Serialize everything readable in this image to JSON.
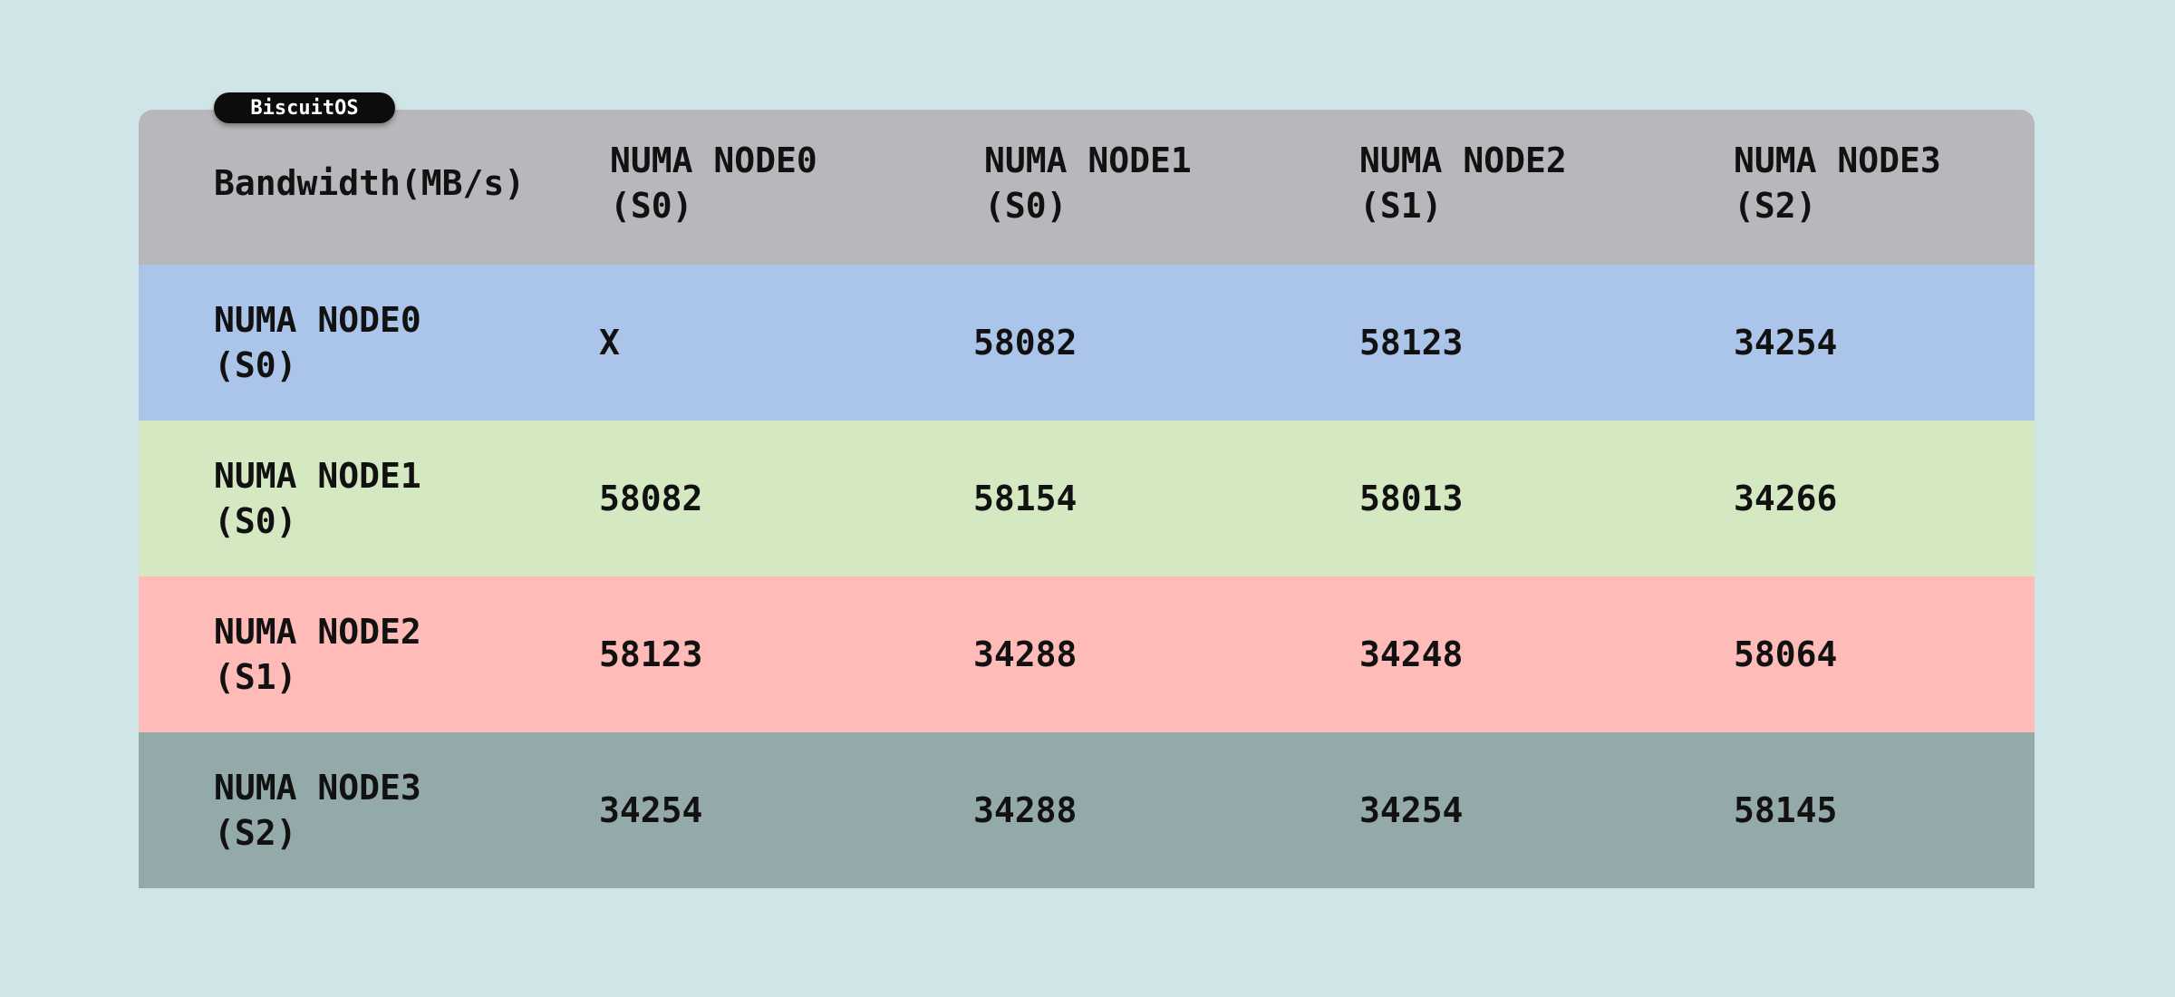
{
  "badge": "BiscuitOS",
  "colors": {
    "background": "#d0e5e7",
    "header": "#b8b7bb",
    "row0": "#abc4ea",
    "row1": "#d4e9c1",
    "row2": "#febbb8",
    "row3": "#93a9aa"
  },
  "header": [
    "Bandwidth(MB/s)",
    "NUMA NODE0\n(S0)",
    "NUMA NODE1\n(S0)",
    "NUMA NODE2\n(S1)",
    "NUMA NODE3\n(S2)"
  ],
  "rows": [
    {
      "label": "NUMA NODE0\n(S0)",
      "values": [
        "X",
        "58082",
        "58123",
        "34254"
      ]
    },
    {
      "label": "NUMA NODE1\n(S0)",
      "values": [
        "58082",
        "58154",
        "58013",
        "34266"
      ]
    },
    {
      "label": "NUMA NODE2\n(S1)",
      "values": [
        "58123",
        "34288",
        "34248",
        "58064"
      ]
    },
    {
      "label": "NUMA NODE3\n(S2)",
      "values": [
        "34254",
        "34288",
        "34254",
        "58145"
      ]
    }
  ]
}
